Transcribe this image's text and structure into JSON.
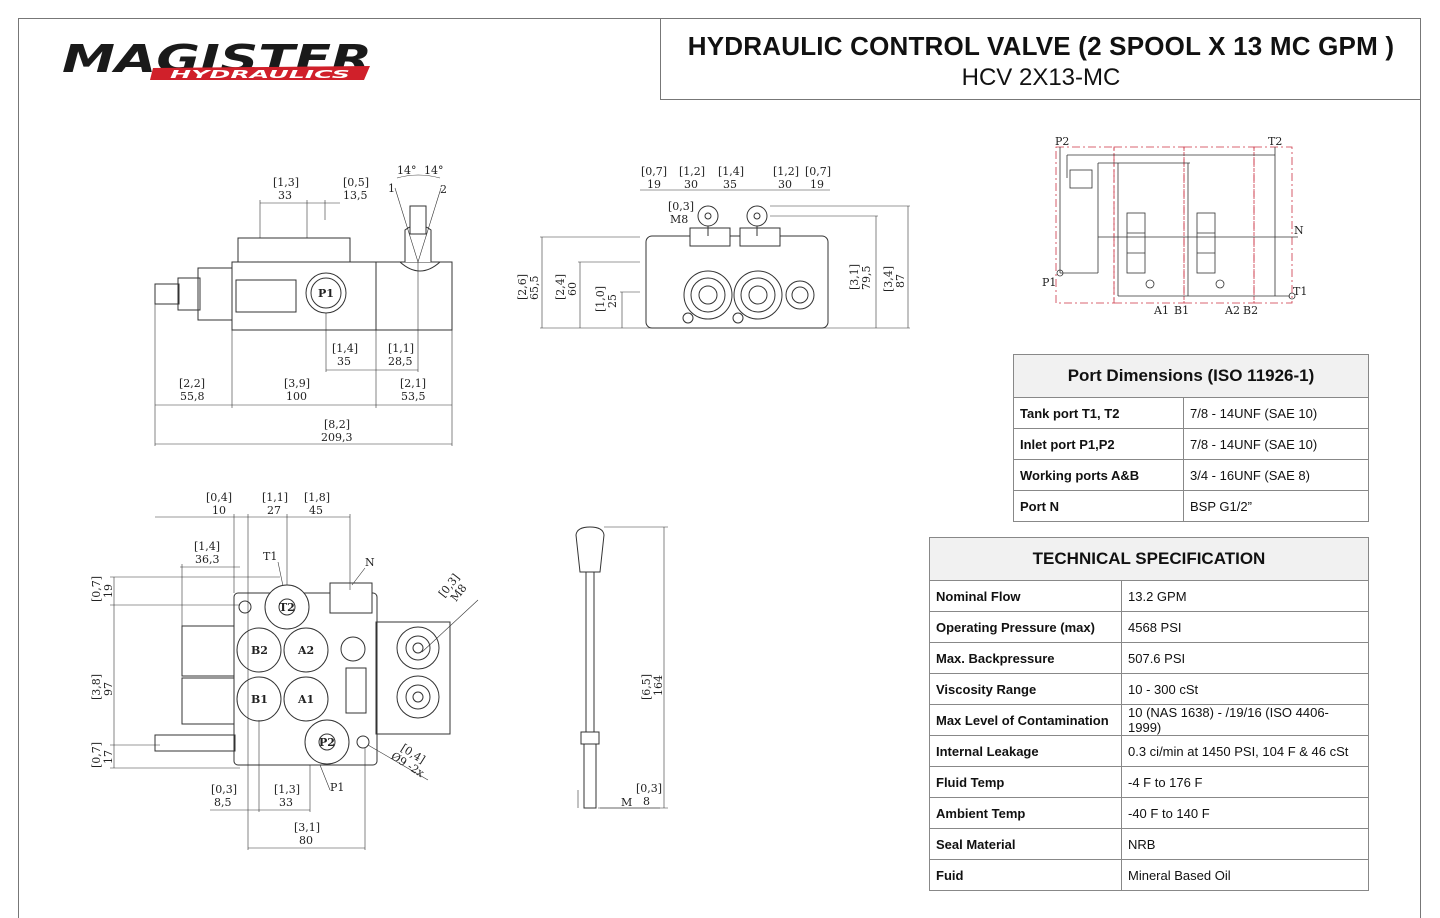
{
  "header": {
    "title": "HYDRAULIC CONTROL VALVE (2 SPOOL X 13 MC GPM )",
    "model": "HCV 2X13-MC"
  },
  "logo": {
    "main": "MAGISTER",
    "sub": "HYDRAULICS",
    "accent": "#d0202a"
  },
  "side_view": {
    "dims": [
      {
        "b": "[1,3]",
        "v": "33"
      },
      {
        "b": "[0,5]",
        "v": "13,5"
      },
      {
        "b": "[1,4]",
        "v": "35"
      },
      {
        "b": "[1,1]",
        "v": "28,5"
      },
      {
        "b": "[2,2]",
        "v": "55,8"
      },
      {
        "b": "[3,9]",
        "v": "100"
      },
      {
        "b": "[2,1]",
        "v": "53,5"
      },
      {
        "b": "[8,2]",
        "v": "209,3"
      }
    ],
    "angle_left": "14°",
    "angle_right": "14°",
    "pos1": "1",
    "pos2": "2",
    "port": "P1"
  },
  "front_view": {
    "top_dims": [
      {
        "b": "[0,7]",
        "v": "19"
      },
      {
        "b": "[1,2]",
        "v": "30"
      },
      {
        "b": "[1,4]",
        "v": "35"
      },
      {
        "b": "[1,2]",
        "v": "30"
      },
      {
        "b": "[0,7]",
        "v": "19"
      }
    ],
    "bolt": {
      "b": "[0,3]",
      "v": "M8"
    },
    "vert_dims": [
      {
        "b": "[2,6]",
        "v": "65,5"
      },
      {
        "b": "[2,4]",
        "v": "60"
      },
      {
        "b": "[1,0]",
        "v": "25"
      },
      {
        "b": "[3,1]",
        "v": "79,5"
      },
      {
        "b": "[3,4]",
        "v": "87"
      }
    ]
  },
  "bottom_view": {
    "top_dims": [
      {
        "b": "[0,4]",
        "v": "10"
      },
      {
        "b": "[1,1]",
        "v": "27"
      },
      {
        "b": "[1,8]",
        "v": "45"
      },
      {
        "b": "[1,4]",
        "v": "36,3"
      }
    ],
    "left_dims": [
      {
        "b": "[0,7]",
        "v": "19"
      },
      {
        "b": "[3,8]",
        "v": "97"
      },
      {
        "b": "[0,7]",
        "v": "17"
      }
    ],
    "bottom_dims": [
      {
        "b": "[0,3]",
        "v": "8,5"
      },
      {
        "b": "[1,3]",
        "v": "33"
      },
      {
        "b": "[3,1]",
        "v": "80"
      }
    ],
    "m8": {
      "b": "[0,3]",
      "v": "M8"
    },
    "hole": {
      "b": "[0,4]",
      "v": "Ø9 -2x"
    },
    "labels": {
      "t1": "T1",
      "n": "N",
      "p1": "P1"
    },
    "ports": [
      "T2",
      "B2",
      "A2",
      "B1",
      "A1",
      "P2"
    ]
  },
  "lever_view": {
    "length": {
      "b": "[6,5]",
      "v": "164"
    },
    "thread": {
      "b": "[0,3]",
      "v": "8"
    },
    "m": "M"
  },
  "schematic": {
    "labels": [
      "P2",
      "T2",
      "N",
      "P1",
      "T1",
      "A1",
      "B1",
      "A2",
      "B2"
    ],
    "line_color": "#cc3344"
  },
  "port_dimensions": {
    "title": "Port Dimensions (ISO 11926-1)",
    "rows": [
      {
        "k": "Tank port T1, T2",
        "v": "7/8 - 14UNF (SAE 10)"
      },
      {
        "k": "Inlet port P1,P2",
        "v": "7/8 - 14UNF (SAE 10)"
      },
      {
        "k": "Working ports A&B",
        "v": "3/4 - 16UNF (SAE 8)"
      },
      {
        "k": "Port N",
        "v": "BSP G1/2”"
      }
    ]
  },
  "tech_spec": {
    "title": "TECHNICAL SPECIFICATION",
    "rows": [
      {
        "k": "Nominal Flow",
        "v": "13.2 GPM"
      },
      {
        "k": "Operating Pressure (max)",
        "v": "4568 PSI"
      },
      {
        "k": "Max. Backpressure",
        "v": "507.6 PSI"
      },
      {
        "k": "Viscosity Range",
        "v": "10 - 300 cSt"
      },
      {
        "k": "Max Level of Contamination",
        "v": "10 (NAS 1638) - /19/16 (ISO 4406-1999)"
      },
      {
        "k": "Internal Leakage",
        "v": "0.3 ci/min at 1450 PSI, 104 F & 46 cSt"
      },
      {
        "k": "Fluid Temp",
        "v": "-4 F to 176 F"
      },
      {
        "k": "Ambient Temp",
        "v": "-40 F to 140 F"
      },
      {
        "k": "Seal Material",
        "v": "NRB"
      },
      {
        "k": "Fuid",
        "v": "Mineral Based Oil"
      }
    ]
  }
}
